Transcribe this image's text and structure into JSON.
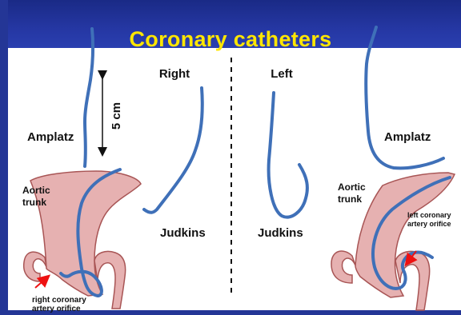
{
  "title": "Coronary catheters",
  "sides": {
    "right": {
      "heading": "Right",
      "amplatz_label": "Amplatz",
      "judkins_label": "Judkins",
      "aortic_trunk_label": [
        "Aortic",
        "trunk"
      ],
      "orifice_label": [
        "right coronary",
        "artery orifice"
      ]
    },
    "left": {
      "heading": "Left",
      "amplatz_label": "Amplatz",
      "judkins_label": "Judkins",
      "aortic_trunk_label": [
        "Aortic",
        "trunk"
      ],
      "orifice_label": [
        "left coronary",
        "artery orifice"
      ]
    }
  },
  "scale_label": "5 cm",
  "colors": {
    "title": "#ffe600",
    "band": "#2537a3",
    "catheter": "#3f70b8",
    "aorta_fill": "#e6b1b1",
    "aorta_stroke": "#a85555",
    "arrow": "#ee1111",
    "text": "#111111"
  }
}
